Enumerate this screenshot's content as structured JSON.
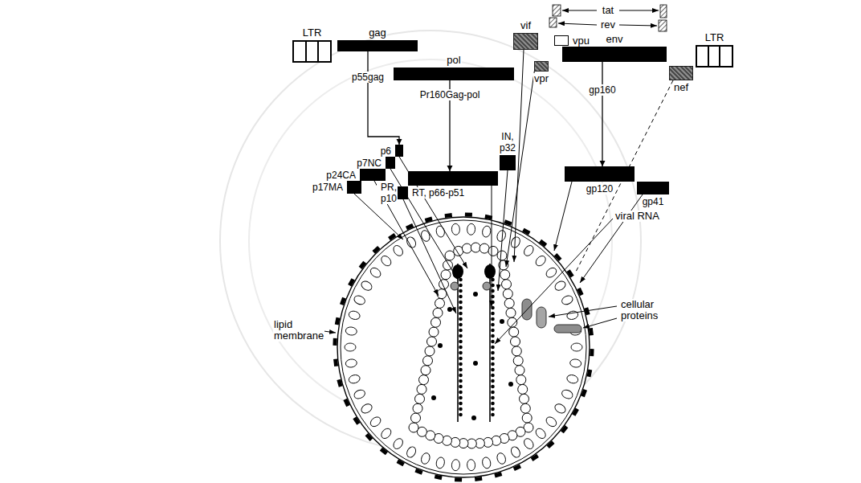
{
  "diagram": {
    "nodes": [
      {
        "text": [
          "LTR"
        ]
      },
      {
        "text": [
          "gag"
        ]
      },
      {
        "text": [
          "pol"
        ]
      },
      {
        "text": [
          "vif"
        ]
      },
      {
        "text": [
          "vpu"
        ]
      },
      {
        "text": [
          "env"
        ]
      },
      {
        "text": [
          "vpr"
        ]
      },
      {
        "text": [
          "nef"
        ]
      },
      {
        "text": [
          "LTR"
        ]
      },
      {
        "text": [
          "IN, p32"
        ]
      },
      {
        "text": [
          "PR, p10"
        ]
      },
      {
        "text": [
          "RT, p66-p51"
        ]
      },
      {
        "text": [
          "gp120"
        ]
      },
      {
        "text": [
          "gp41"
        ]
      },
      {
        "text": [
          "p6"
        ]
      },
      {
        "text": [
          "p7NC"
        ]
      },
      {
        "text": [
          "p24CA"
        ]
      },
      {
        "text": [
          "p17MA"
        ]
      }
    ],
    "edges": [
      {
        "from": 1,
        "to": 14,
        "arrow": "to",
        "label": "p55gag"
      },
      {
        "from": 2,
        "to": 11,
        "arrow": "to",
        "label": "Pr160Gag-pol"
      },
      {
        "from": 5,
        "to": 12,
        "arrow": "to",
        "label": "gp160"
      }
    ],
    "labels": [
      "tat",
      "rev",
      "viral RNA",
      "lipid membrane",
      "cellular proteins"
    ]
  }
}
